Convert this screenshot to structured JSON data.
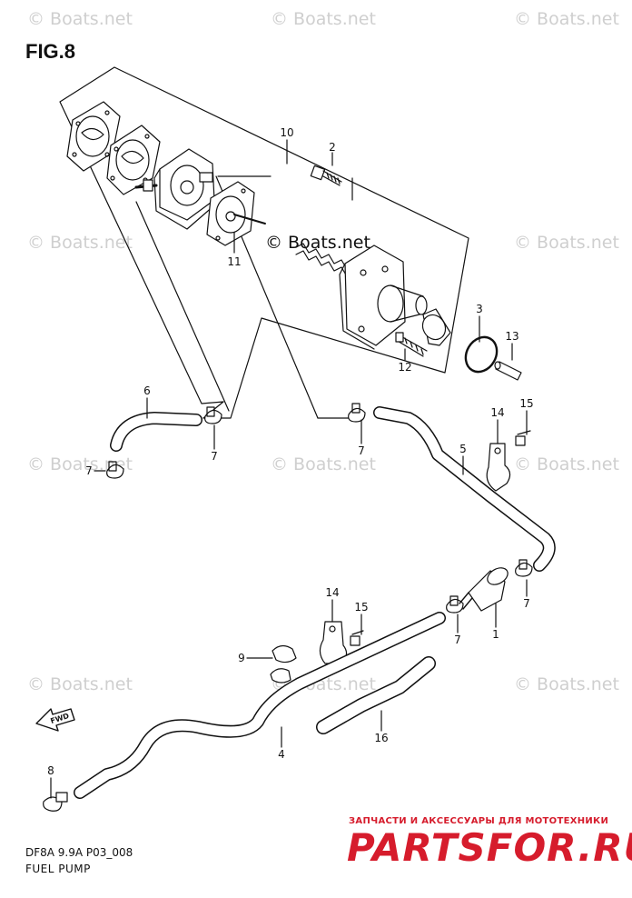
{
  "figure": {
    "title": "FIG.8",
    "code": "DF8A 9.9A P03_008",
    "caption": "FUEL PUMP"
  },
  "watermark": {
    "text": "© Boats.net",
    "center_text": "© Boats.net",
    "color": "#cfcfcf"
  },
  "fwd_label": "FWD",
  "callouts": {
    "c1": "1",
    "c2": "2",
    "c3": "3",
    "c4": "4",
    "c5": "5",
    "c6": "6",
    "c7a": "7",
    "c7b": "7",
    "c7c": "7",
    "c7d": "7",
    "c7e": "7",
    "c8": "8",
    "c9": "9",
    "c10": "10",
    "c11": "11",
    "c12": "12",
    "c13": "13",
    "c14a": "14",
    "c14b": "14",
    "c15a": "15",
    "c15b": "15",
    "c16": "16"
  },
  "shop": {
    "tagline": "ЗАПЧАСТИ И АКСЕССУАРЫ ДЛЯ МОТОТЕХНИКИ",
    "logo": "PARTSFOR.RU",
    "color": "#d61c2c"
  }
}
